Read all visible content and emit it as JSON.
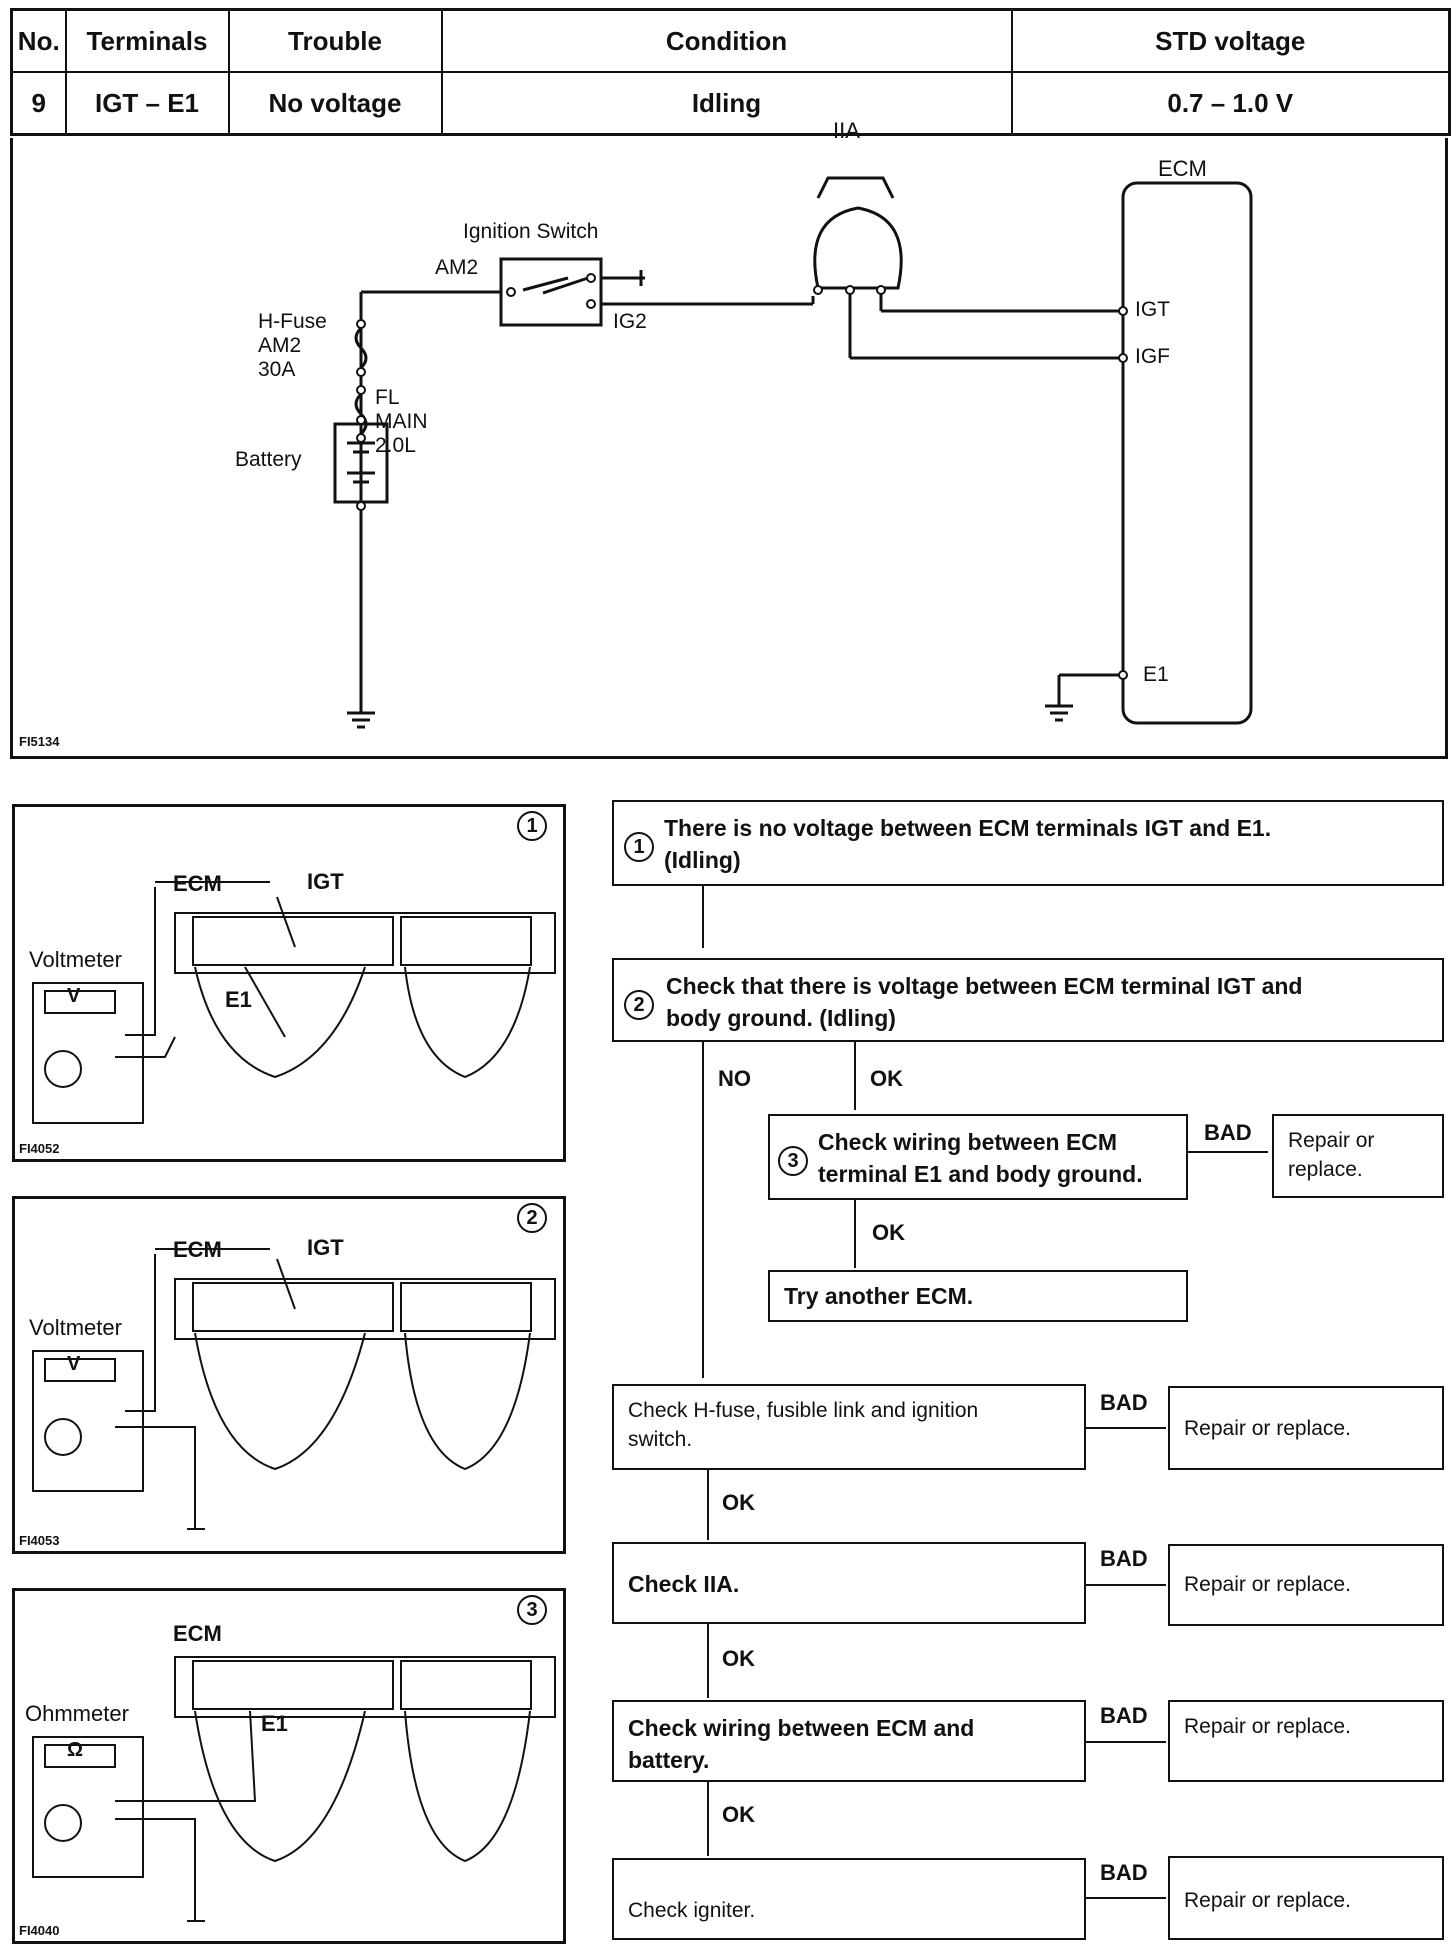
{
  "table": {
    "headers": [
      "No.",
      "Terminals",
      "Trouble",
      "Condition",
      "STD voltage"
    ],
    "row": [
      "9",
      "IGT – E1",
      "No voltage",
      "Idling",
      "0.7 – 1.0 V"
    ]
  },
  "circuit": {
    "iia": "IIA",
    "ecm": "ECM",
    "ignition_switch": "Ignition Switch",
    "am2": "AM2",
    "ig2": "IG2",
    "hfuse": [
      "H-Fuse",
      "AM2",
      "30A"
    ],
    "fl": [
      "FL",
      "MAIN",
      "2.0L"
    ],
    "battery": "Battery",
    "igt": "IGT",
    "igf": "IGF",
    "e1": "E1",
    "fig_code": "FI5134"
  },
  "illustrations": [
    {
      "num": "1",
      "ecm": "ECM",
      "term1": "IGT",
      "term2": "E1",
      "meter": "Voltmeter",
      "meter_symbol": "V",
      "code": "FI4052"
    },
    {
      "num": "2",
      "ecm": "ECM",
      "term1": "IGT",
      "meter": "Voltmeter",
      "meter_symbol": "V",
      "code": "FI4053"
    },
    {
      "num": "3",
      "ecm": "ECM",
      "term1": "E1",
      "meter": "Ohmmeter",
      "meter_symbol": "Ω",
      "code": "FI4040"
    }
  ],
  "flow": {
    "step1": {
      "num": "1",
      "text": "There is no voltage between ECM terminals IGT and E1.",
      "text2": "(Idling)"
    },
    "step2": {
      "num": "2",
      "text": "Check that there is voltage between ECM terminal IGT and",
      "text2": "body ground. (Idling)"
    },
    "no": "NO",
    "ok": "OK",
    "bad": "BAD",
    "step3": {
      "num": "3",
      "text": "Check wiring between ECM",
      "text2": "terminal E1 and body ground."
    },
    "repair_short": {
      "line1": "Repair or",
      "line2": "replace."
    },
    "try_ecm": "Try another ECM.",
    "check_hfuse": {
      "line1": "Check H-fuse, fusible link and ignition",
      "line2": "switch."
    },
    "check_iia": "Check IIA.",
    "check_wiring": {
      "line1": "Check wiring between ECM and",
      "line2": "battery."
    },
    "check_igniter": "Check igniter.",
    "repair": "Repair or replace."
  }
}
